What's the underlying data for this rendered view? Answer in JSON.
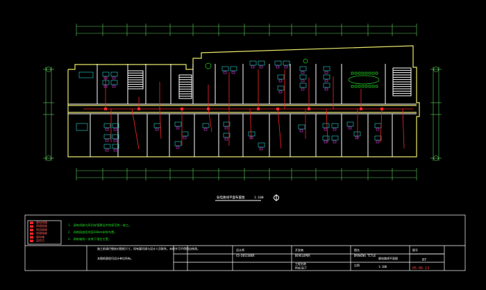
{
  "drawing": {
    "plan_caption": "弱电路线平面布置图",
    "plan_scale": "1:100",
    "colors": {
      "background": "#000000",
      "walls": "#e8e86a",
      "dimensions": "#5fd35f",
      "wiring": "#ff2424",
      "furniture": "#2ad4d4",
      "title_block": "#21d321"
    }
  },
  "legend": {
    "items": [
      "弱电线路",
      "网络插座",
      "电话插座",
      "电视插座",
      "弱电箱",
      "监控点"
    ]
  },
  "notes": {
    "lines": [
      "1. 弱电线路均采用穿管敷设并按规范统一施工。",
      "2. 网络插座距地面300mm安装布置。",
      "3. 弱电箱统一安装于指定位置。"
    ]
  },
  "title_block": {
    "remark": "施工前请仔细核对图纸尺寸，如有疑问请与设计人员联系，未经许可不得擅自修改。",
    "remark2": "本图纸版权归设计单位所有。",
    "designer_label": "设计师",
    "designer_en": "CO-DESIGNER",
    "developer_label": "开发商",
    "developer_en": "DEVELOPER",
    "project_label": "工程名称",
    "project_en": "PROJECT",
    "drawing_title_label": "图名",
    "drawing_title_en": "DRAWING TITLE",
    "drawing_title": "弱电路线平面图",
    "scale_label": "比例",
    "scale": "1:100",
    "drawing_no_label": "图号",
    "drawing_no": "07",
    "date": "05-06-13"
  }
}
